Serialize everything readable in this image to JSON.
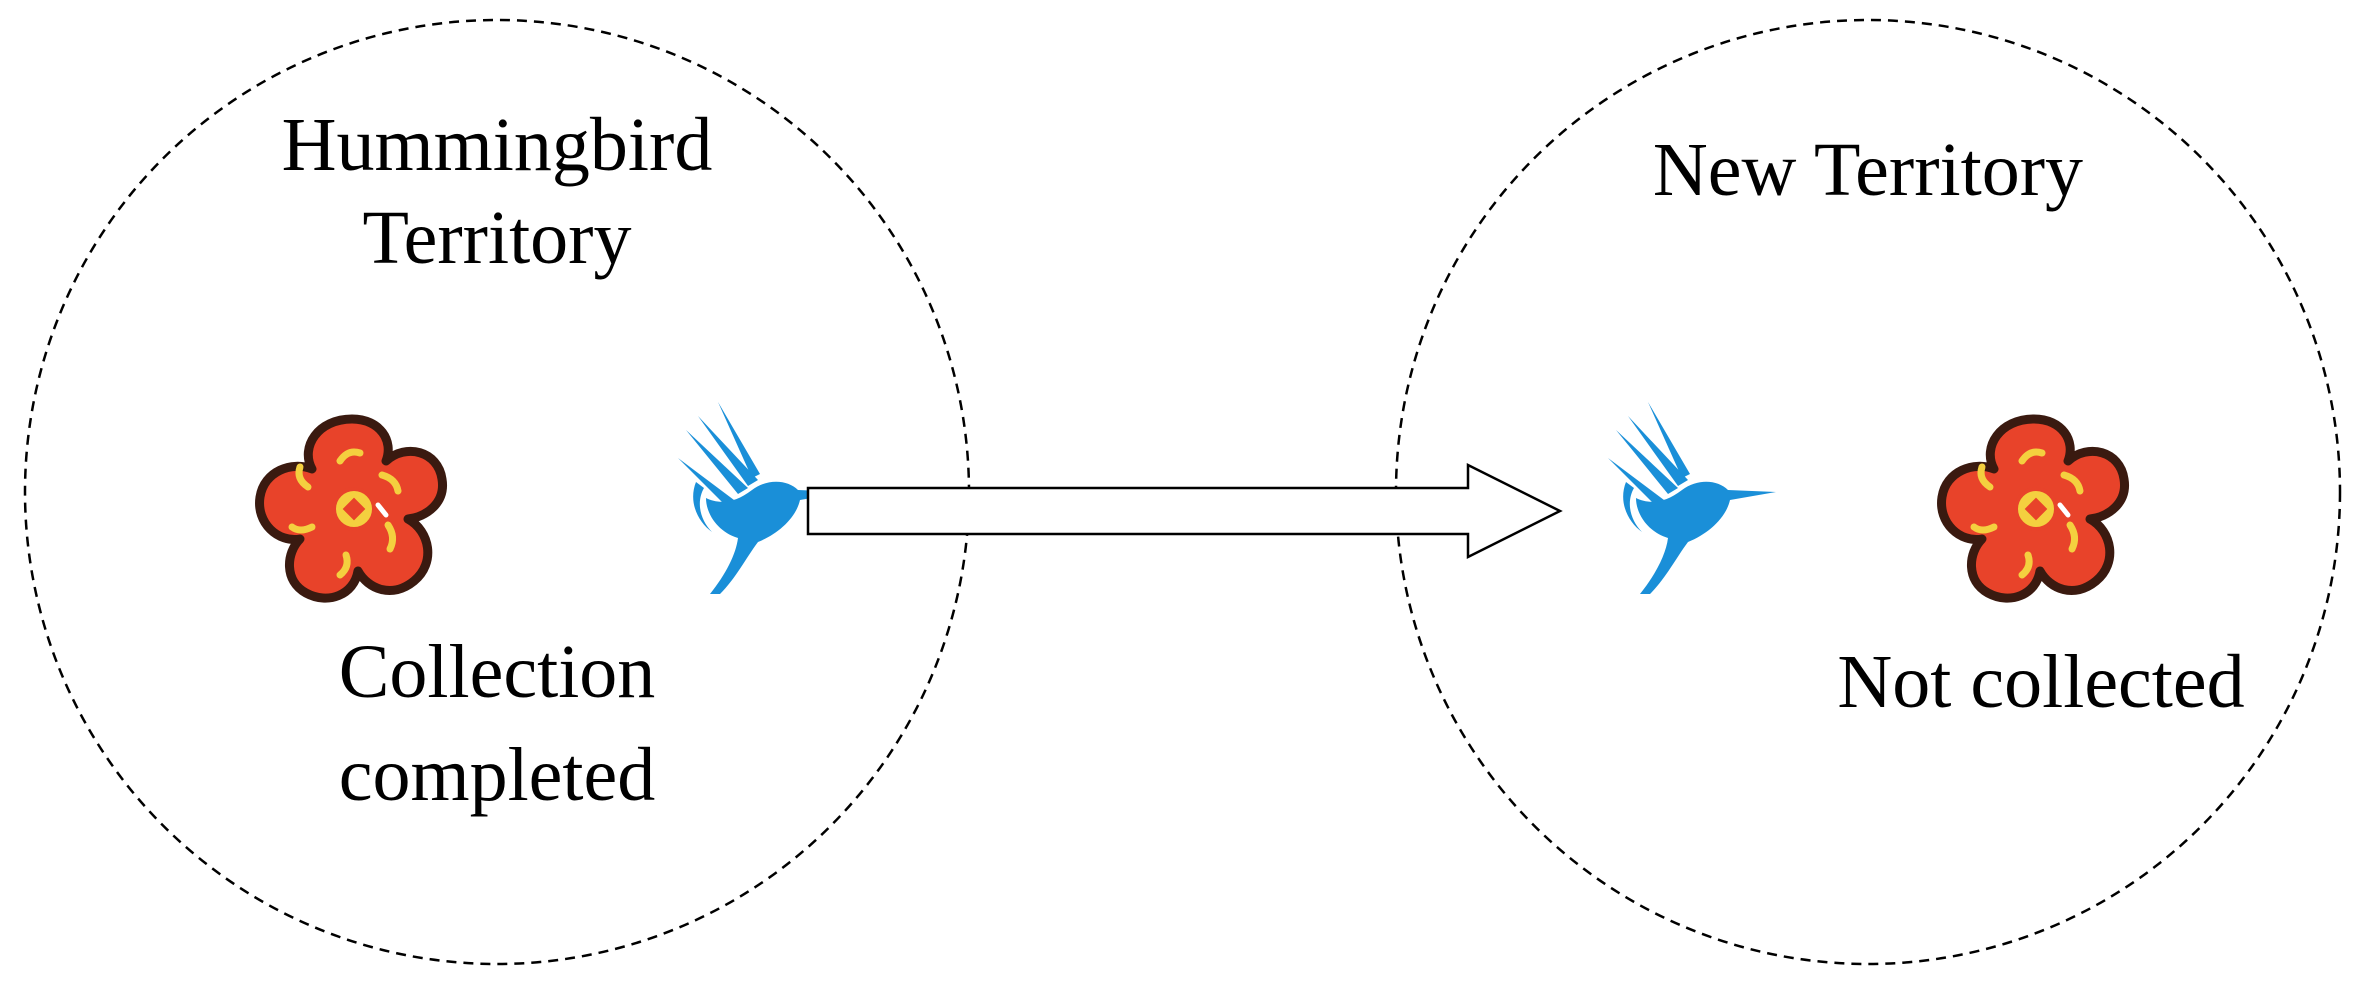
{
  "left_territory": {
    "title_line1": "Hummingbird",
    "title_line2": "Territory",
    "status_line1": "Collection",
    "status_line2": "completed"
  },
  "right_territory": {
    "title": "New Territory",
    "status": "Not collected"
  },
  "icons": {
    "flower": "flower-icon",
    "bird": "hummingbird-icon"
  },
  "colors": {
    "flower_petal": "#e8432a",
    "flower_outline": "#3a1a10",
    "flower_center": "#f4d03f",
    "bird": "#1a8fd8",
    "territory_border": "#000000"
  }
}
